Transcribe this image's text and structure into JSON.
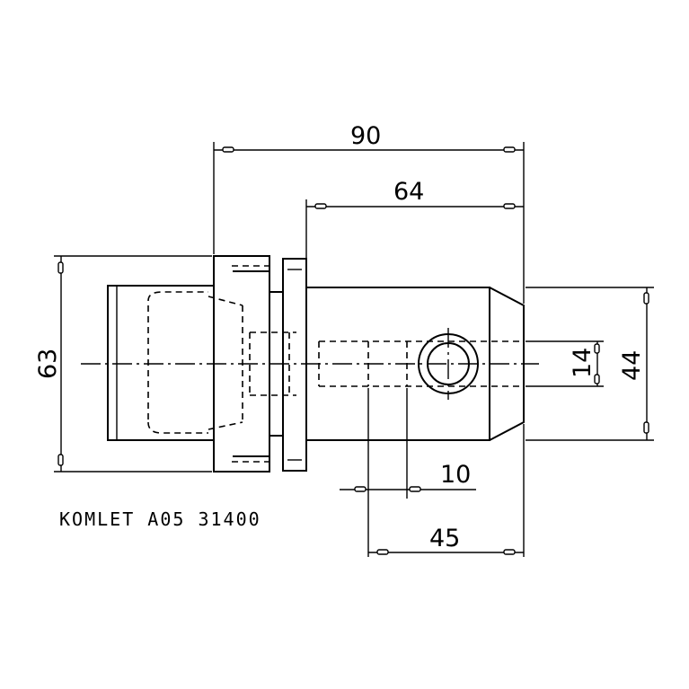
{
  "drawing": {
    "dimensions": {
      "overall_length": "90",
      "body_length": "64",
      "flange_diameter": "63",
      "body_diameter": "44",
      "cross_hole_diameter": "14",
      "slot_width": "10",
      "hole_position": "45"
    },
    "part_label": "KOMLET A05 31400"
  }
}
